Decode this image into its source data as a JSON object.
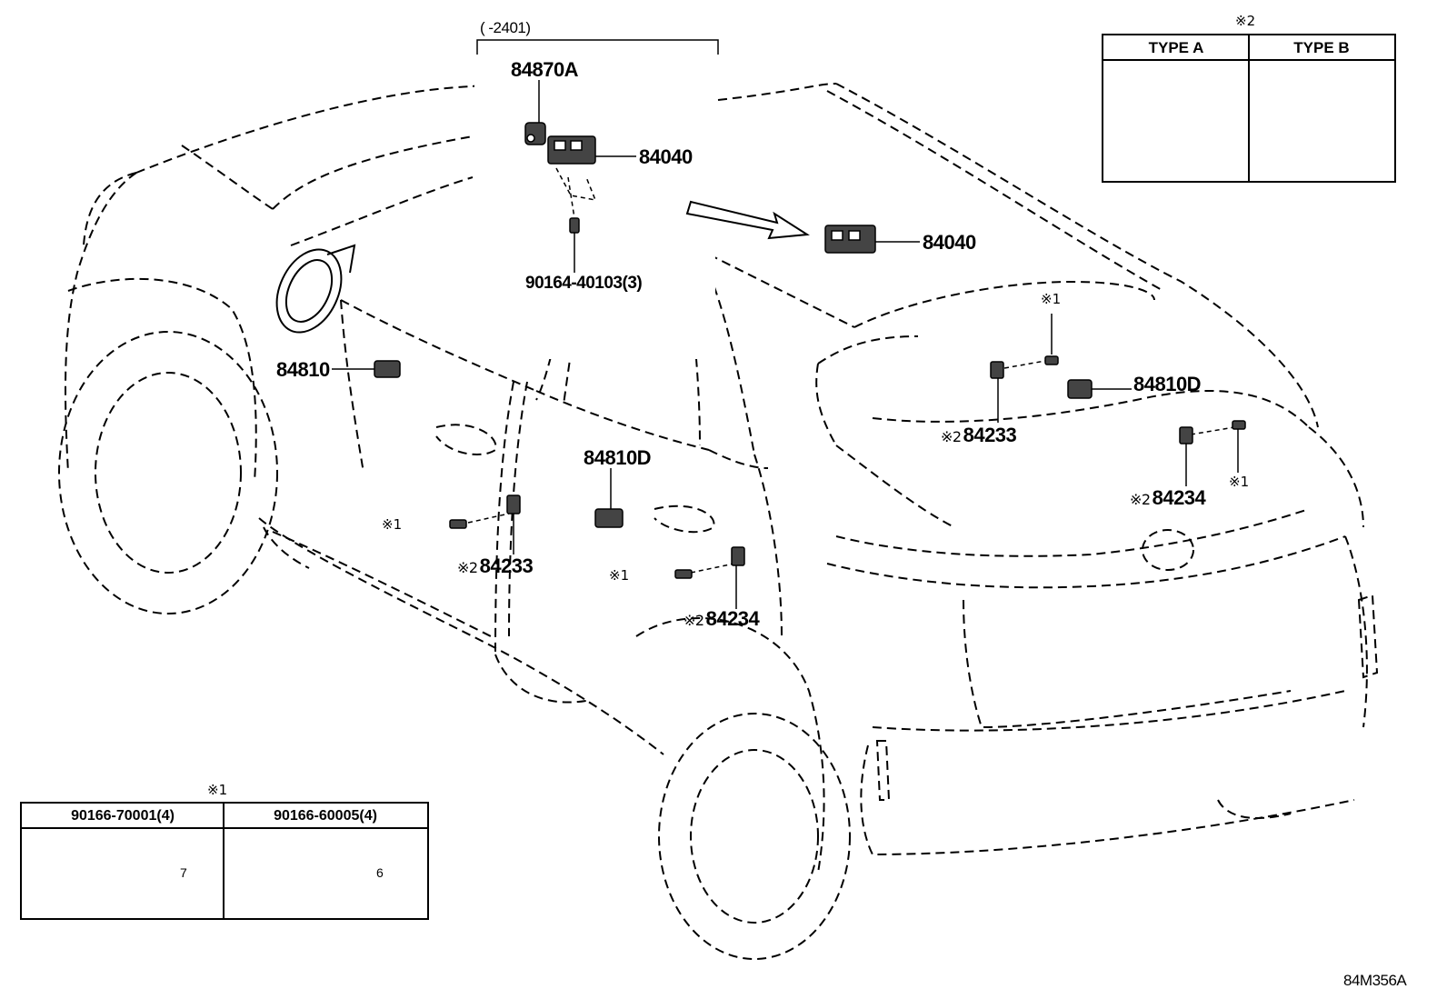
{
  "diagram_code": "84M356A",
  "top_bracket_label": "(    -2401)",
  "part_labels": {
    "p84870a": "84870A",
    "p84040_top": "84040",
    "p90164": "90164-40103(3)",
    "p84040_right": "84040",
    "p84810": "84810",
    "p84810d_mid": "84810D",
    "p84810d_right": "84810D",
    "p84233_left": "84233",
    "p84234_mid": "84234",
    "p84233_right": "84233",
    "p84234_right": "84234"
  },
  "ref_marks": {
    "ref1": "※1",
    "ref2": "※2"
  },
  "type_table": {
    "note": "※2",
    "col_a": "TYPE A",
    "col_b": "TYPE B"
  },
  "screw_table": {
    "note": "※1",
    "col_1": "90166-70001(4)",
    "col_2": "90166-60005(4)",
    "dim_1": "7",
    "dim_2": "6"
  }
}
